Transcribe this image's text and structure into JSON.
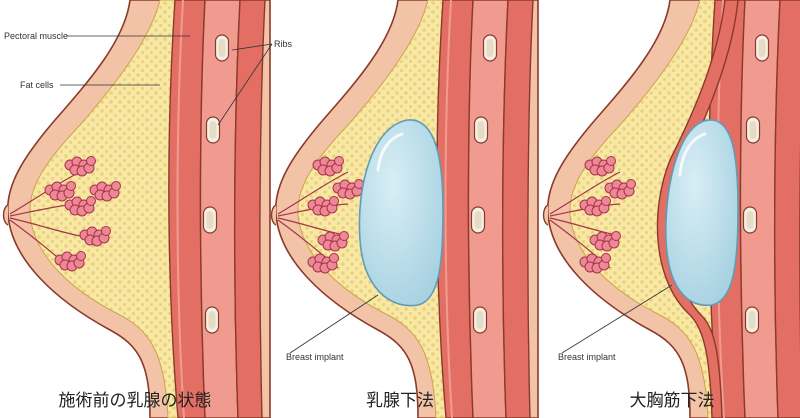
{
  "labels": {
    "pectoral_muscle": "Pectoral muscle",
    "fat_cells": "Fat cells",
    "ribs": "Ribs",
    "breast_implant_1": "Breast implant",
    "breast_implant_2": "Breast implant"
  },
  "captions": {
    "before": "施術前の乳腺の状態",
    "subglandular": "乳腺下法",
    "submuscular": "大胸筋下法"
  },
  "colors": {
    "skin": "#f3c3a8",
    "skin_outline": "#8a3a2a",
    "fat": "#f8e8a6",
    "fat_dots": "#e9c86a",
    "muscle": "#e36f64",
    "muscle_light": "#f19b90",
    "rib_bone": "#f4f0e6",
    "implant": "#b7dde9",
    "implant_outline": "#5f9cb5",
    "gland": "#ee8796",
    "gland_outline": "#a43549"
  },
  "icons": [
    "mammary-gland-lobule-icon",
    "rib-icon",
    "implant-icon"
  ]
}
